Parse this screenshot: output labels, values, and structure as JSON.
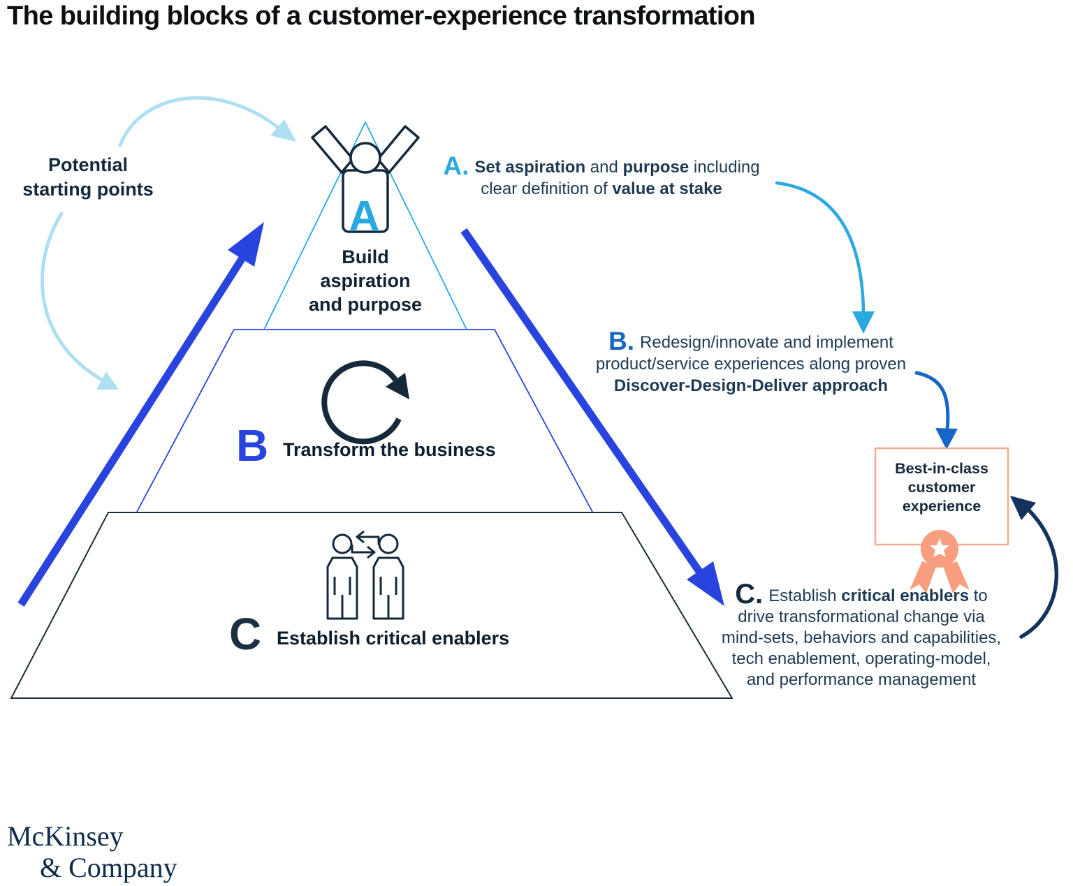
{
  "title": "The building blocks of a customer-experience transformation",
  "colors": {
    "deep_navy": "#051C2C",
    "electric_blue": "#2943DF",
    "cyan": "#29A8E2",
    "medium_blue": "#1666C5",
    "light_cyan": "#AEE0F2",
    "salmon": "#F89E7F",
    "salmon_border": "#F7A98F"
  },
  "potential_starting_points": {
    "lines": [
      "Potential",
      "starting points"
    ]
  },
  "pyramid": {
    "level_a": {
      "letter": "A",
      "label_lines": [
        "Build",
        "aspiration",
        "and purpose"
      ]
    },
    "level_b": {
      "letter": "B",
      "label": "Transform the business"
    },
    "level_c": {
      "letter": "C",
      "label": "Establish critical enablers"
    }
  },
  "annotations": {
    "a": {
      "label": "A.",
      "line1": [
        {
          "t": "Set aspiration",
          "bold": true
        },
        {
          "t": " and ",
          "bold": false
        },
        {
          "t": "purpose",
          "bold": true
        },
        {
          "t": " including",
          "bold": false
        }
      ],
      "line2": [
        {
          "t": "clear definition of ",
          "bold": false
        },
        {
          "t": "value at stake",
          "bold": true
        }
      ]
    },
    "b": {
      "label": "B.",
      "line1": [
        {
          "t": "Redesign/innovate and implement",
          "bold": false
        }
      ],
      "line2": [
        {
          "t": "product/service experiences along proven",
          "bold": false
        }
      ],
      "line3": [
        {
          "t": "Discover-Design-Deliver approach",
          "bold": true
        }
      ]
    },
    "c": {
      "label": "C.",
      "line1": [
        {
          "t": "Establish ",
          "bold": false
        },
        {
          "t": "critical enablers",
          "bold": true
        },
        {
          "t": " to",
          "bold": false
        }
      ],
      "line2": [
        {
          "t": "drive transformational change via",
          "bold": false
        }
      ],
      "line3": [
        {
          "t": "mind-sets, behaviors and capabilities,",
          "bold": false
        }
      ],
      "line4": [
        {
          "t": "tech enablement, operating-model,",
          "bold": false
        }
      ],
      "line5": [
        {
          "t": "and performance management",
          "bold": false
        }
      ]
    }
  },
  "result_box": {
    "lines": [
      "Best-in-class",
      "customer",
      "experience"
    ]
  },
  "logo": {
    "line1": "McKinsey",
    "line2": "& Company"
  },
  "icons": {
    "person_celebrating": "person-celebrating-icon",
    "refresh_cycle": "refresh-cycle-icon",
    "people_exchange": "people-exchange-icon",
    "award_ribbon": "award-ribbon-icon"
  }
}
